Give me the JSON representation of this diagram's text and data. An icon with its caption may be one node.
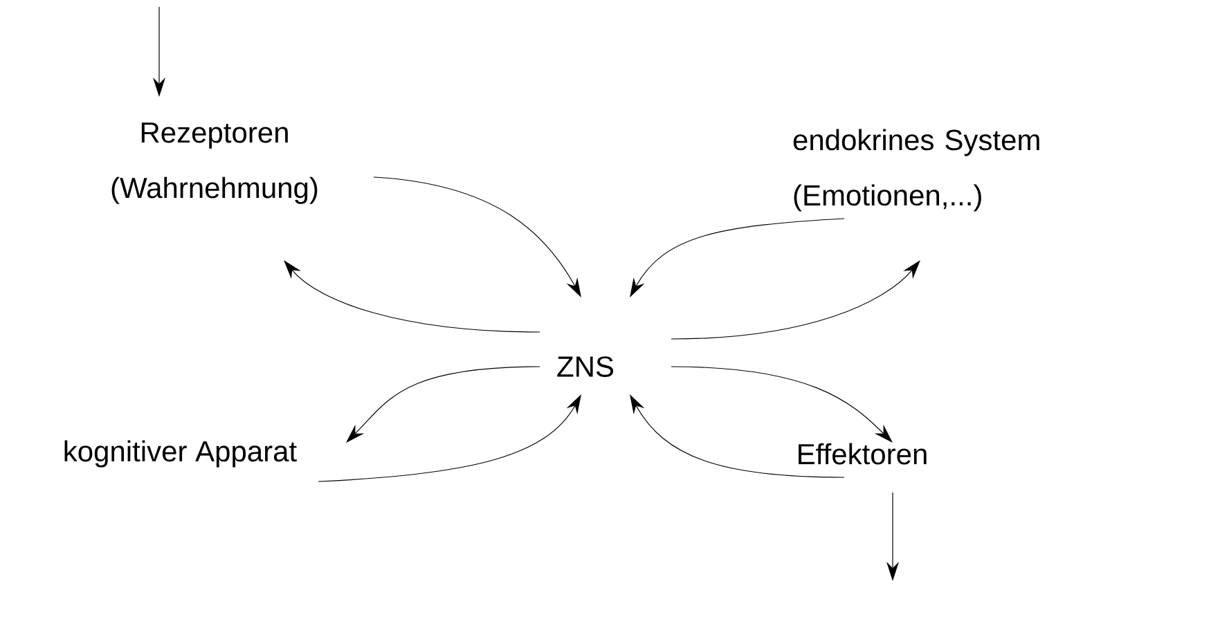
{
  "diagram": {
    "nodes": [
      {
        "text": [
          "Rezeptoren (Wahrnehmung)"
        ]
      },
      {
        "text": [
          "endokrines System (Emotionen,...)"
        ]
      },
      {
        "text": [
          "ZNS"
        ]
      },
      {
        "text": [
          "kognitiver Apparat"
        ]
      },
      {
        "text": [
          "Effektoren"
        ]
      }
    ],
    "edges": [
      {
        "from": null,
        "to": 0,
        "arrow": "to"
      },
      {
        "from": 0,
        "to": 2,
        "arrow": "to"
      },
      {
        "from": 2,
        "to": 0,
        "arrow": "to"
      },
      {
        "from": 1,
        "to": 2,
        "arrow": "to"
      },
      {
        "from": 2,
        "to": 1,
        "arrow": "to"
      },
      {
        "from": 2,
        "to": 3,
        "arrow": "to"
      },
      {
        "from": 3,
        "to": 2,
        "arrow": "to"
      },
      {
        "from": 2,
        "to": 4,
        "arrow": "to"
      },
      {
        "from": 4,
        "to": 2,
        "arrow": "to"
      },
      {
        "from": 4,
        "to": null,
        "arrow": "to"
      }
    ]
  }
}
